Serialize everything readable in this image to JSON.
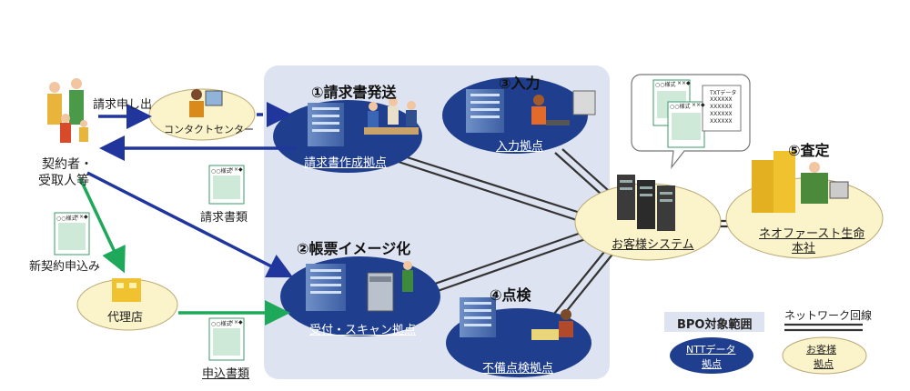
{
  "steps": {
    "s1": "①請求書発送",
    "s2": "②帳票イメージ化",
    "s3": "③入力",
    "s4": "④点検",
    "s5": "⑤査定"
  },
  "nodes": {
    "contact_center": "コンタクトセンター",
    "billing_site": "請求書作成拠点",
    "input_site": "入力拠点",
    "scan_site": "受付・スキャン拠点",
    "check_site": "不備点検拠点",
    "customer_system": "お客様システム",
    "hq_line1": "ネオファースト生命",
    "hq_line2": "本社",
    "agency": "代理店",
    "contractor_line1": "契約者・",
    "contractor_line2": "受取人等"
  },
  "flows": {
    "claim_request": "請求申し出",
    "claim_docs": "請求書類",
    "new_contract": "新契約申込み",
    "application_docs": "申込書類"
  },
  "form_text": {
    "marks": "○○様式",
    "corner": "××◆",
    "txt_data": "TXTデータ",
    "xrow": "XXXXXX"
  },
  "legend": {
    "bpo_scope": "BPO対象範囲",
    "network_line": "ネットワーク回線",
    "ntt_line1": "NTTデータ",
    "ntt_line2": "拠点",
    "cust_line1": "お客様",
    "cust_line2": "拠点"
  },
  "colors": {
    "bpo_bg": "#dde3f1",
    "navy_node": "#1f3f8e",
    "cream_node": "#fbf3c9",
    "arrow_blue": "#20369c",
    "arrow_green": "#1ea85a"
  }
}
